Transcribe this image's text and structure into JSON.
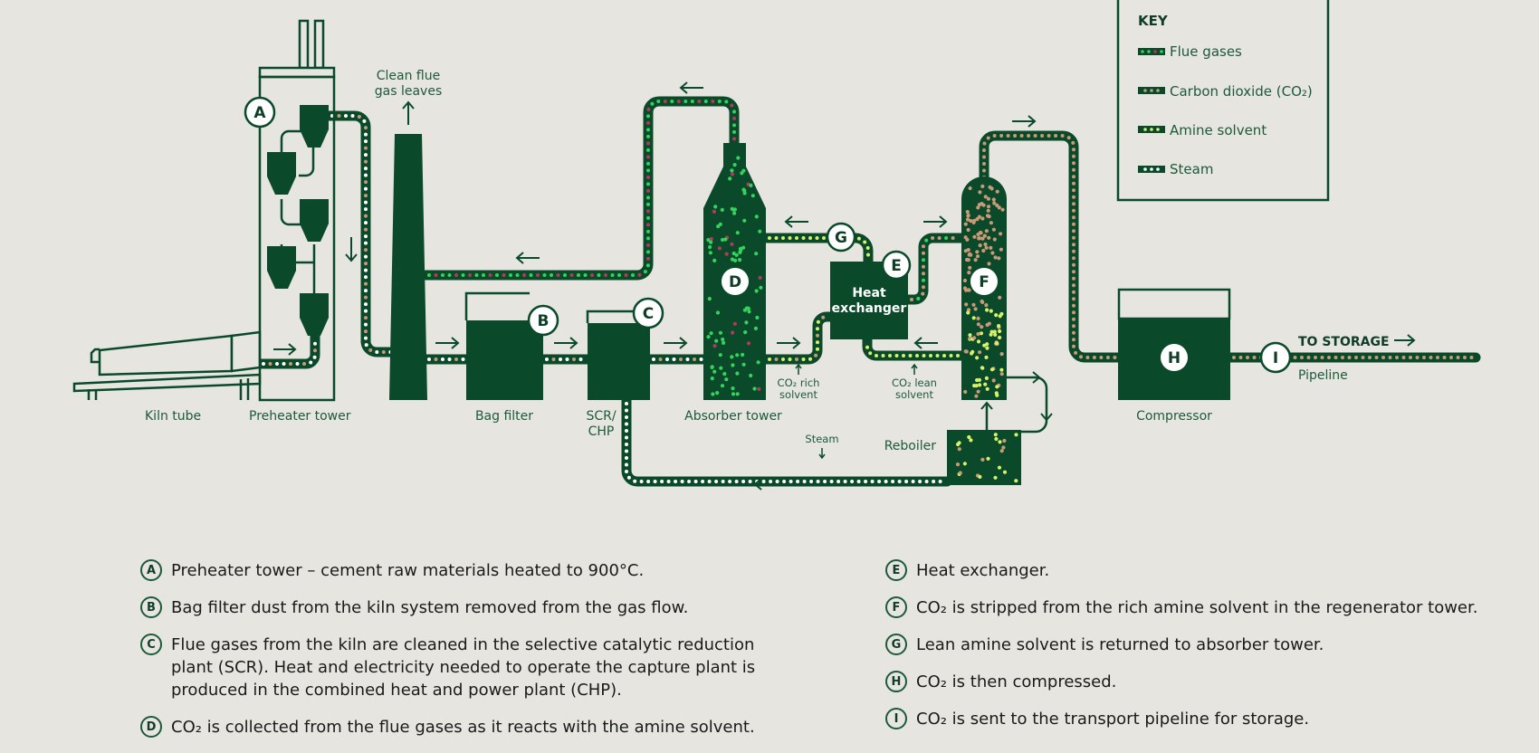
{
  "colors": {
    "background": "#e6e5df",
    "dark_green": "#0a4a2a",
    "flue_dot_green": "#36d35c",
    "flue_dot_purple": "#b23a5c",
    "co2_dot": "#c89a78",
    "amine_dot": "#d8f06a",
    "steam_dot": "#ffffff"
  },
  "key": {
    "title": "KEY",
    "items": [
      {
        "label": "Flue gases",
        "type": "flue"
      },
      {
        "label": "Carbon dioxide (CO₂)",
        "type": "co2"
      },
      {
        "label": "Amine solvent",
        "type": "amine"
      },
      {
        "label": "Steam",
        "type": "steam"
      }
    ]
  },
  "diagram": {
    "labels": {
      "kiln_tube": "Kiln tube",
      "preheater_tower": "Preheater tower",
      "clean_flue_1": "Clean flue",
      "clean_flue_2": "gas leaves",
      "bag_filter": "Bag filter",
      "scr_1": "SCR/",
      "scr_2": "CHP",
      "absorber_tower": "Absorber tower",
      "co2_rich_1": "CO₂ rich",
      "co2_rich_2": "solvent",
      "co2_lean_1": "CO₂ lean",
      "co2_lean_2": "solvent",
      "heat_exchanger_1": "Heat",
      "heat_exchanger_2": "exchanger",
      "steam": "Steam",
      "reboiler": "Reboiler",
      "compressor": "Compressor",
      "to_storage": "TO STORAGE",
      "pipeline": "Pipeline"
    },
    "badges": [
      "A",
      "B",
      "C",
      "D",
      "E",
      "F",
      "G",
      "H",
      "I"
    ]
  },
  "legend": {
    "left": [
      {
        "badge": "A",
        "text": "Preheater tower – cement raw materials heated to 900°C."
      },
      {
        "badge": "B",
        "text": "Bag filter dust from the kiln system removed from the gas flow."
      },
      {
        "badge": "C",
        "text": "Flue gases from the kiln are cleaned in the selective catalytic reduction plant (SCR). Heat and electricity needed to operate the capture plant is produced in the combined heat and power plant (CHP)."
      },
      {
        "badge": "D",
        "text": "CO₂ is collected from the flue gases as it reacts with the amine solvent."
      }
    ],
    "right": [
      {
        "badge": "E",
        "text": "Heat exchanger."
      },
      {
        "badge": "F",
        "text": "CO₂ is stripped from the rich amine solvent in the regenerator tower."
      },
      {
        "badge": "G",
        "text": "Lean amine solvent is returned to absorber tower."
      },
      {
        "badge": "H",
        "text": "CO₂ is then compressed."
      },
      {
        "badge": "I",
        "text": "CO₂ is sent to the transport pipeline for storage."
      }
    ]
  }
}
